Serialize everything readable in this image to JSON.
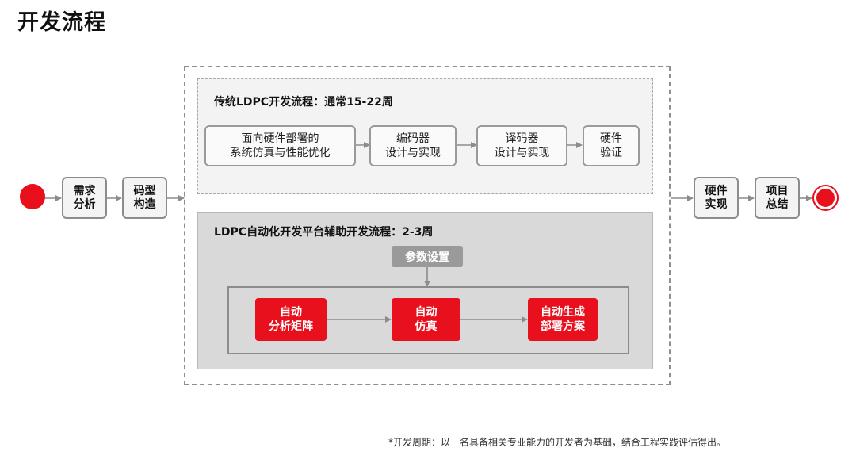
{
  "title": "开发流程",
  "nodes": {
    "requirement": "需求\n分析",
    "code_construct": "码型\n构造",
    "hw_impl": "硬件\n实现",
    "project_summary": "项目\n总结"
  },
  "traditional": {
    "title": "传统LDPC开发流程：通常15-22周",
    "steps": [
      "面向硬件部署的\n系统仿真与性能优化",
      "编码器\n设计与实现",
      "译码器\n设计与实现",
      "硬件\n验证"
    ]
  },
  "auto": {
    "title": "LDPC自动化开发平台辅助开发流程：2-3周",
    "param": "参数设置",
    "steps": [
      "自动\n分析矩阵",
      "自动\n仿真",
      "自动生成\n部署方案"
    ]
  },
  "footnote": "*开发周期：以一名具备相关专业能力的开发者为基础，结合工程实践评估得出。",
  "colors": {
    "accent_red": "#e8101c",
    "node_border": "#8c8c8c",
    "panel_grey": "#d9d9d9"
  }
}
